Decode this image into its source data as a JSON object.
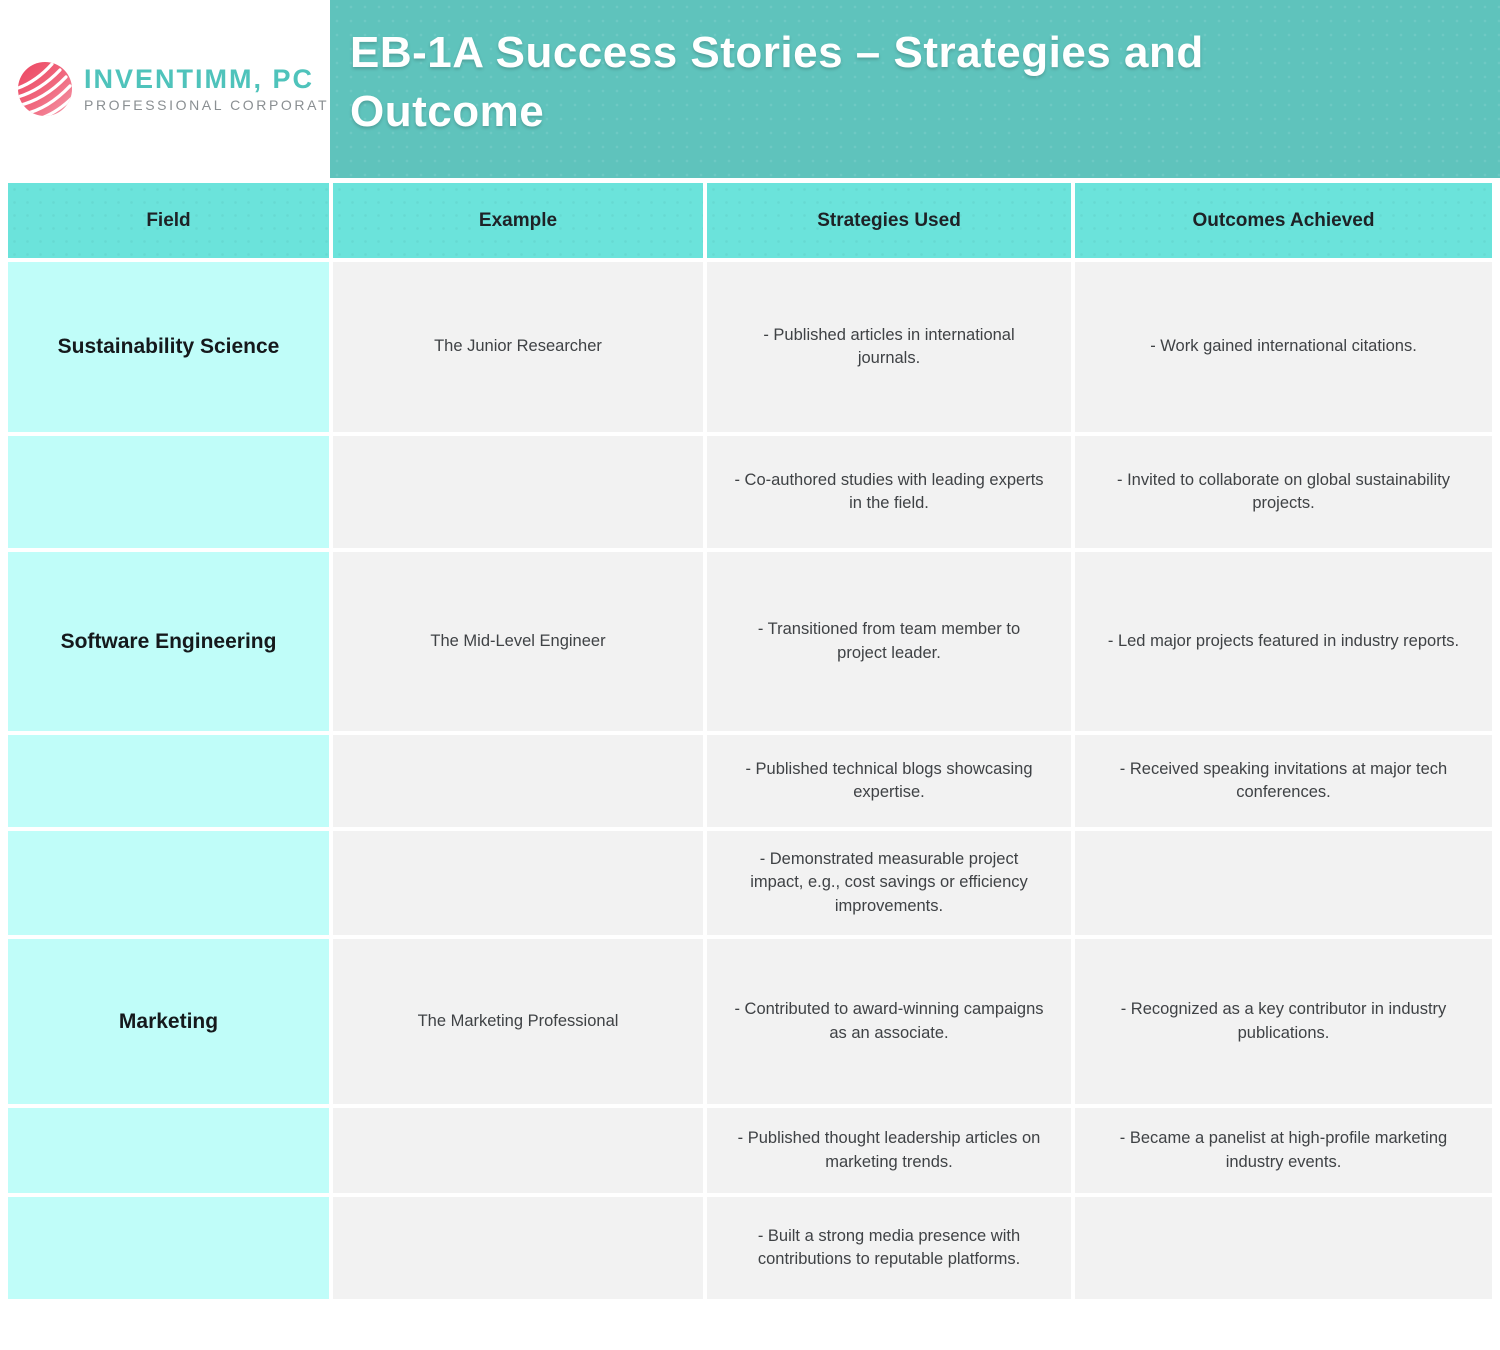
{
  "logo": {
    "name": "INVENTIMM, PC",
    "subtitle": "PROFESSIONAL CORPORATION",
    "mark": "pink-swirl-circle-icon"
  },
  "banner": {
    "title": "EB-1A Success Stories – Strategies and Outcome"
  },
  "colors": {
    "banner_teal": "#5fc3bc",
    "header_turquoise": "#6be3db",
    "field_cyan": "#c0fdf9",
    "cell_gray": "#f2f2f2",
    "logo_teal": "#4fc3bb",
    "logo_pink": "#ee4b63"
  },
  "table": {
    "columns": [
      "Field",
      "Example",
      "Strategies Used",
      "Outcomes Achieved"
    ],
    "rows": [
      {
        "field": "Sustainability Science",
        "example": "The Junior Researcher",
        "strategy": "- Published articles in international journals.",
        "outcome": "- Work gained international citations."
      },
      {
        "field": "",
        "example": "",
        "strategy": "- Co-authored studies with leading experts in the field.",
        "outcome": "- Invited to collaborate on global sustainability projects."
      },
      {
        "field": "Software Engineering",
        "example": "The Mid-Level Engineer",
        "strategy": "- Transitioned from team member to project leader.",
        "outcome": "- Led major projects featured in industry reports."
      },
      {
        "field": "",
        "example": "",
        "strategy": "- Published technical blogs showcasing expertise.",
        "outcome": "- Received speaking invitations at major tech conferences."
      },
      {
        "field": "",
        "example": "",
        "strategy": "- Demonstrated measurable project impact, e.g., cost savings or efficiency improvements.",
        "outcome": ""
      },
      {
        "field": "Marketing",
        "example": "The Marketing Professional",
        "strategy": "- Contributed to award-winning campaigns as an associate.",
        "outcome": "- Recognized as a key contributor in industry publications."
      },
      {
        "field": "",
        "example": "",
        "strategy": "- Published thought leadership articles on marketing trends.",
        "outcome": "- Became a panelist at high-profile marketing industry events."
      },
      {
        "field": "",
        "example": "",
        "strategy": "- Built a strong media presence with contributions to reputable platforms.",
        "outcome": ""
      }
    ]
  }
}
